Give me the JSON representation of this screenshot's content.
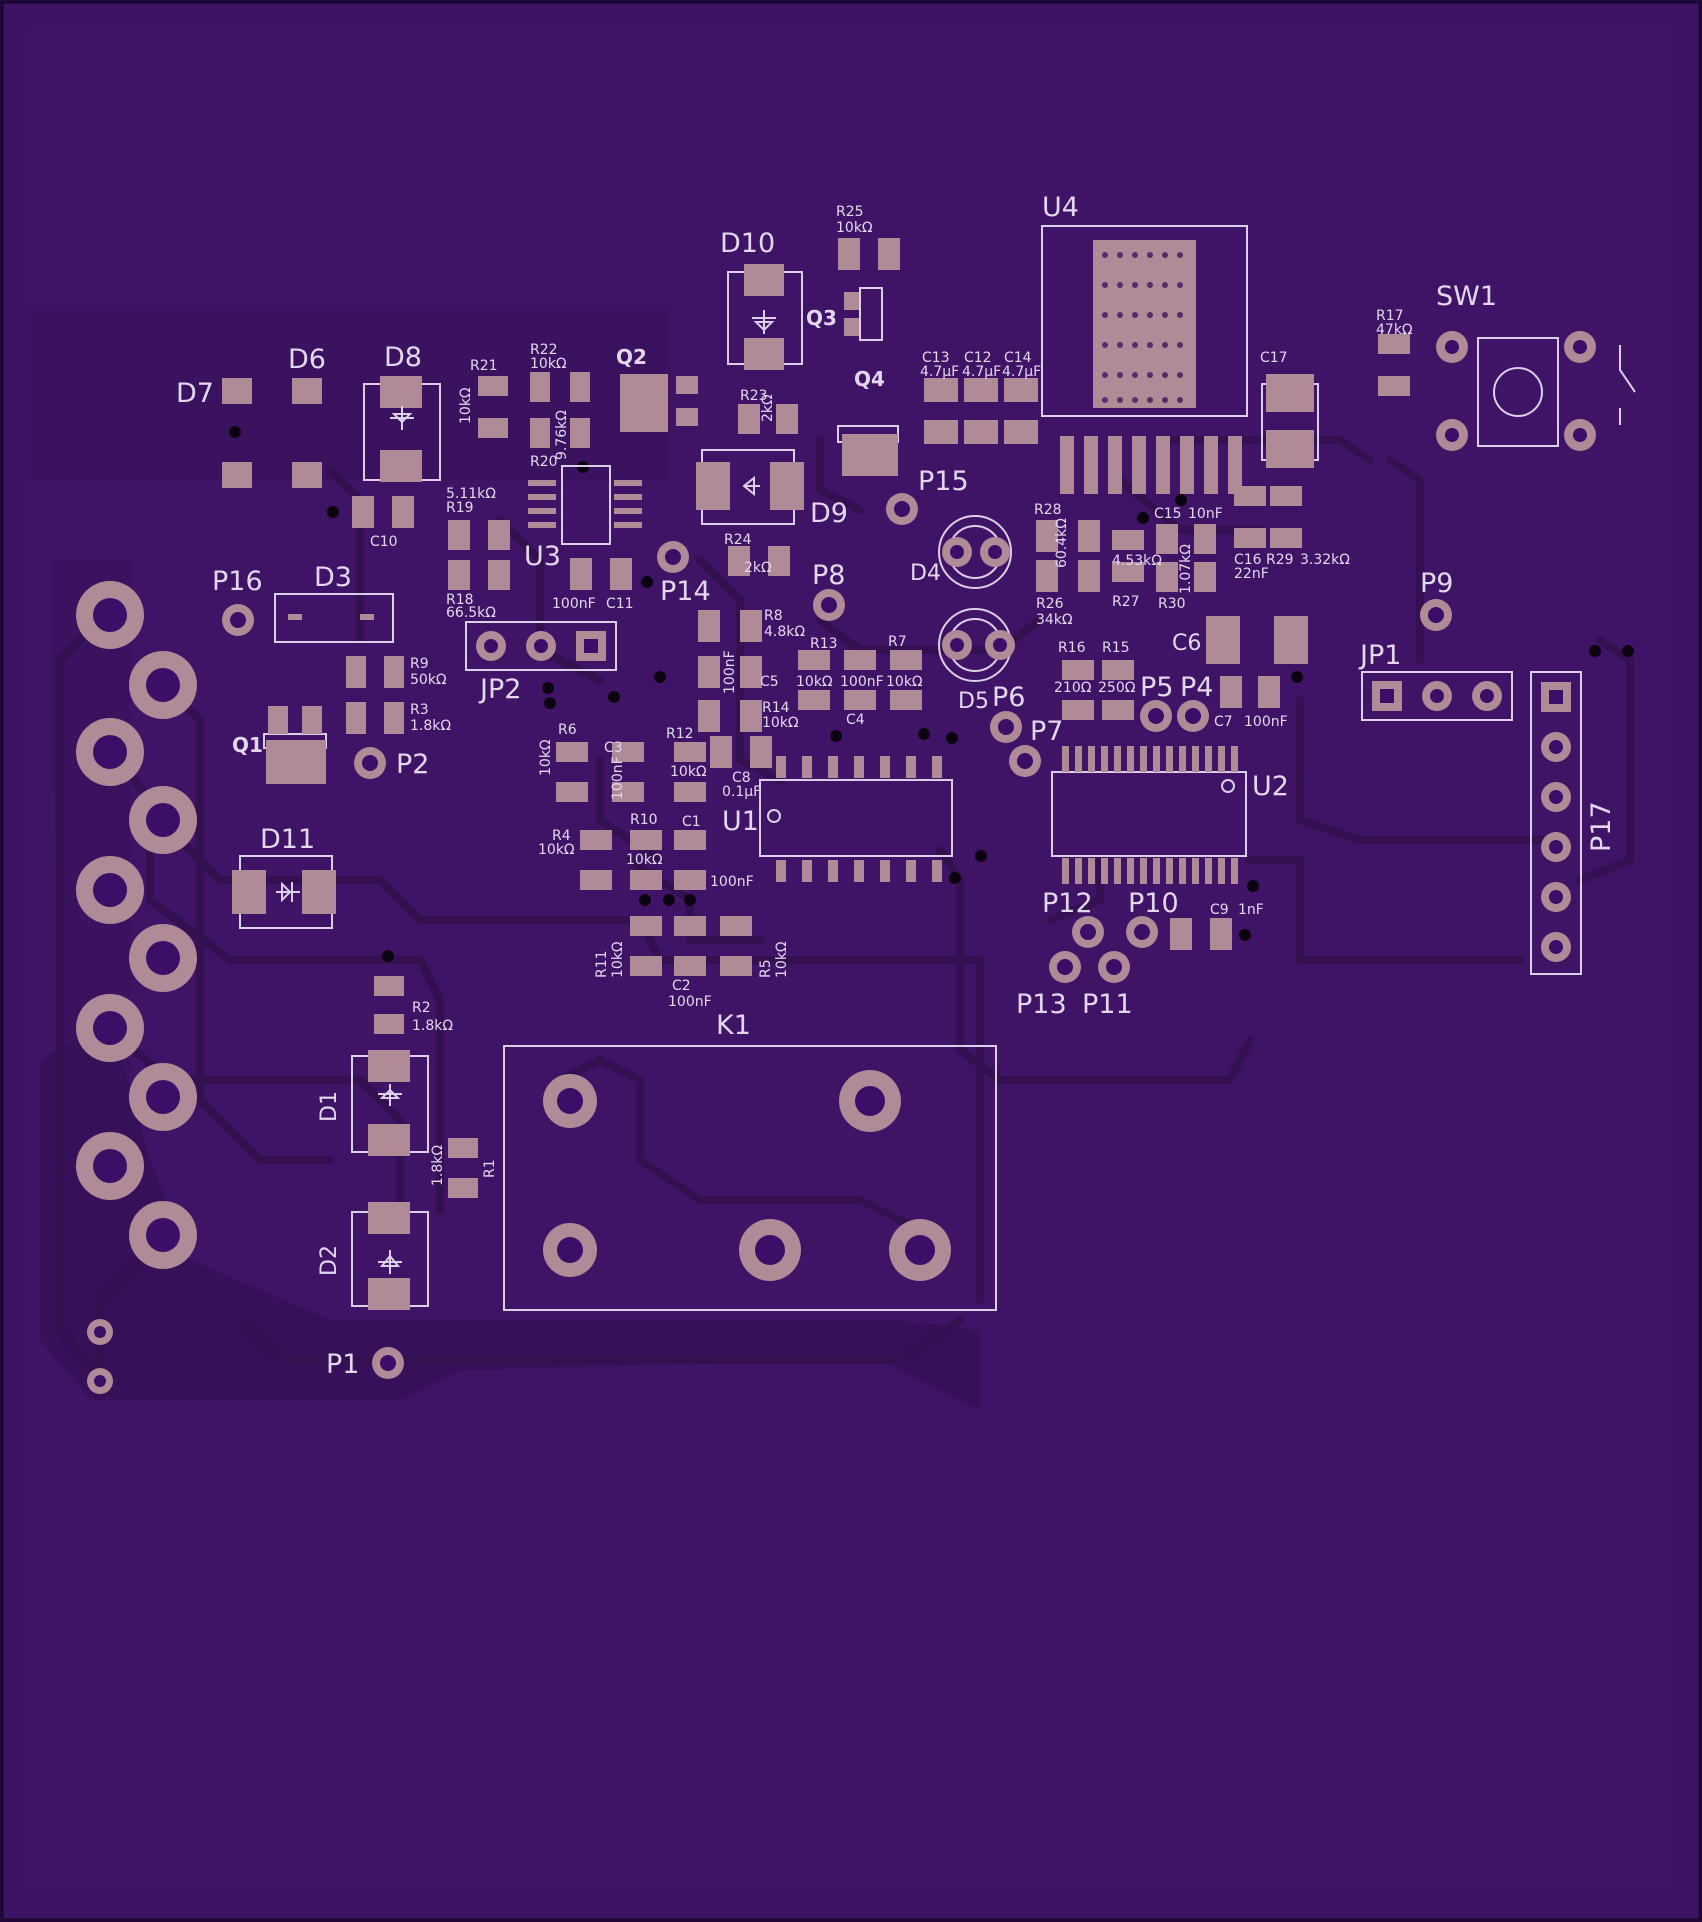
{
  "colors": {
    "board": "#3d1364",
    "edge": "#2a0d52",
    "pour": "#3f1466",
    "trace": "#33104f",
    "silkscreen": "#d9cfe6",
    "pad": "#b08a96",
    "via": "#0b0410"
  },
  "labels": {
    "U4": "U4",
    "SW1": "SW1",
    "D10": "D10",
    "R25": "R25",
    "R25v": "10kΩ",
    "Q3": "Q3",
    "Q4": "Q4",
    "Q2": "Q2",
    "D7": "D7",
    "D6": "D6",
    "D8": "D8",
    "R21": "R21",
    "R21v": "10kΩ",
    "R22": "R22",
    "R22v": "10kΩ",
    "R20": "R20",
    "R20v": "9.76kΩ",
    "R23": "R23",
    "R23v": "2kΩ",
    "D9": "D9",
    "P15": "P15",
    "C13": "C13",
    "C13v": "4.7μF",
    "C12": "C12",
    "C12v": "4.7μF",
    "C14": "C14",
    "C14v": "4.7μF",
    "C17": "C17",
    "R17": "R17",
    "R17v": "47kΩ",
    "R19": "R19",
    "R19v": "5.11kΩ",
    "C10": "C10",
    "U3": "U3",
    "R18": "R18",
    "R18v": "66.5kΩ",
    "C11": "C11",
    "C11v": "100nF",
    "P14": "P14",
    "R24": "R24",
    "R24v": "2kΩ",
    "P8": "P8",
    "R28": "R28",
    "R28v": "60.4kΩ",
    "R26": "R26",
    "R26v": "34kΩ",
    "R27": "R27",
    "R27v": "4.53kΩ",
    "C15": "C15",
    "C15v": "10nF",
    "R30": "R30",
    "R30v": "1.07kΩ",
    "C16": "C16",
    "C16v": "22nF",
    "R29": "R29",
    "R29v": "3.32kΩ",
    "D4": "D4",
    "D5": "D5",
    "P9": "P9",
    "P16": "P16",
    "D3": "D3",
    "JP2": "JP2",
    "R9": "R9",
    "R9v": "50kΩ",
    "R3": "R3",
    "R3v": "1.8kΩ",
    "Q1": "Q1",
    "P2": "P2",
    "R8": "R8",
    "R8v": "4.8kΩ",
    "R13": "R13",
    "R13v": "10kΩ",
    "R7": "R7",
    "R7v": "10kΩ",
    "C4": "C4",
    "C4v": "100nF",
    "C5": "C5",
    "C5v": "100nF",
    "R14": "R14",
    "R14v": "10kΩ",
    "R6": "R6",
    "R6v": "10kΩ",
    "C3": "C3",
    "C3v": "100nF",
    "R12": "R12",
    "R12v": "10kΩ",
    "C8": "C8",
    "C8v": "0.1μF",
    "U1": "U1",
    "R16": "R16",
    "R16v": "210Ω",
    "R15": "R15",
    "R15v": "250Ω",
    "C6": "C6",
    "P5": "P5",
    "P4": "P4",
    "C7": "C7",
    "C7v": "100nF",
    "P6": "P6",
    "P7": "P7",
    "JP1": "JP1",
    "U2": "U2",
    "P17": "P17",
    "D11": "D11",
    "R4": "R4",
    "R4v": "10kΩ",
    "R10": "R10",
    "R10v": "10kΩ",
    "C1": "C1",
    "C1v": "100nF",
    "R11": "R11",
    "R11v": "10kΩ",
    "C2": "C2",
    "C2v": "100nF",
    "R5": "R5",
    "R5v": "10kΩ",
    "P12": "P12",
    "P10": "P10",
    "C9": "C9",
    "C9v": "1nF",
    "P13": "P13",
    "P11": "P11",
    "R2": "R2",
    "R2v": "1.8kΩ",
    "K1": "K1",
    "D1": "D1",
    "R1": "R1",
    "R1v": "1.8kΩ",
    "D2": "D2",
    "P1": "P1"
  }
}
